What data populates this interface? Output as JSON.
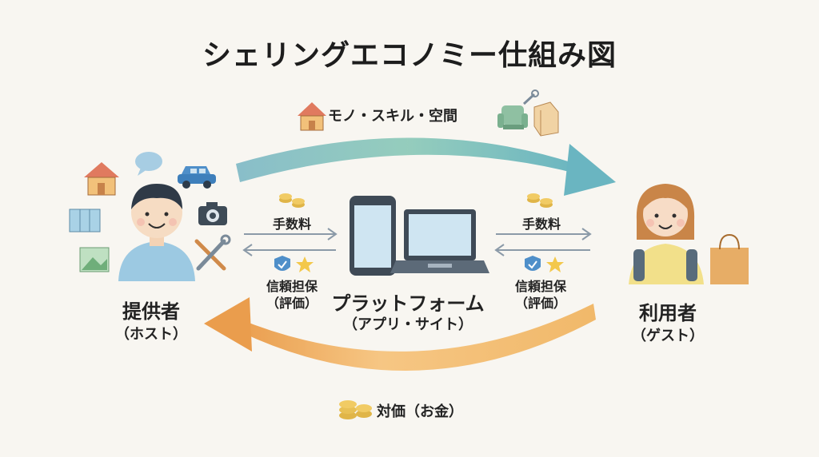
{
  "title": "シェリングエコノミー仕組み図",
  "top_flow": {
    "label": "モノ・スキル・空間"
  },
  "bottom_flow": {
    "label": "対価（お金）"
  },
  "host": {
    "name": "提供者",
    "sub": "（ホスト）"
  },
  "platform": {
    "name": "プラットフォーム",
    "sub": "（アプリ・サイト）"
  },
  "guest": {
    "name": "利用者",
    "sub": "（ゲスト）"
  },
  "left_exchange": {
    "fee": "手数料",
    "trust_line1": "信頼担保",
    "trust_line2": "（評価）"
  },
  "right_exchange": {
    "fee": "手数料",
    "trust_line1": "信頼担保",
    "trust_line2": "（評価）"
  },
  "colors": {
    "top_arrow": "#6fb2b9",
    "bottom_arrow": "#eba452",
    "background": "#f8f6f1"
  }
}
